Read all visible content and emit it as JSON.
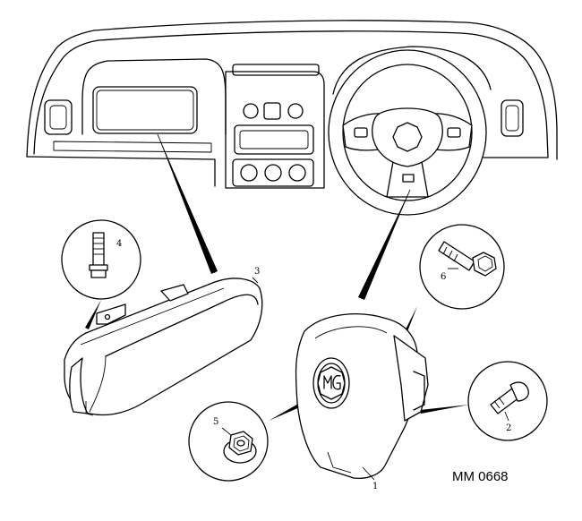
{
  "callouts": {
    "c1": "1",
    "c2": "2",
    "c3": "3",
    "c4": "4",
    "c5": "5",
    "c6": "6"
  },
  "reference": "MM 0668",
  "icons": {
    "dashboard": "dashboard-outline-icon",
    "steering_wheel": "steering-wheel-icon",
    "driver_airbag": "driver-airbag-module-icon",
    "passenger_airbag": "passenger-airbag-module-icon",
    "bolt": "bolt-icon",
    "nut": "flange-nut-icon",
    "badge": "mg-badge-icon"
  }
}
